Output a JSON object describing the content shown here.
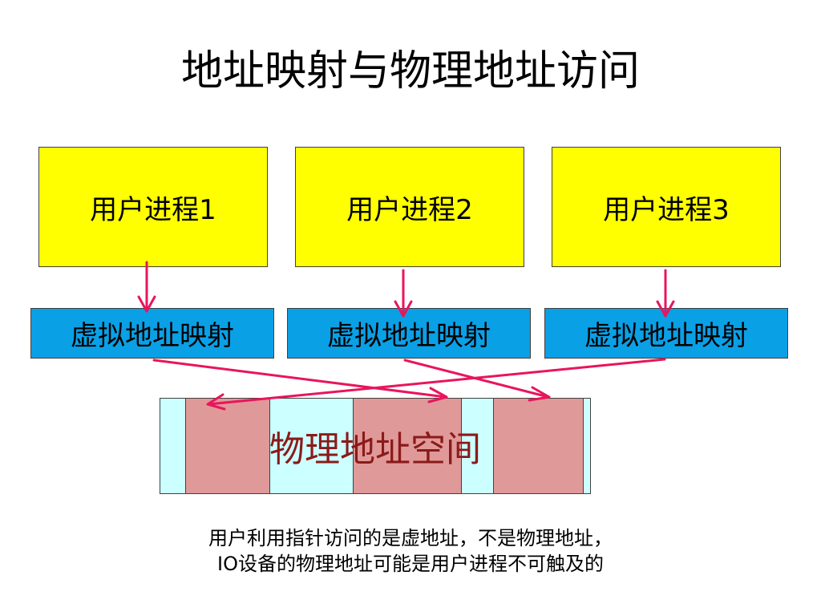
{
  "slide": {
    "title": "地址映射与物理地址访问",
    "processes": [
      {
        "label": "用户进程1"
      },
      {
        "label": "用户进程2"
      },
      {
        "label": "用户进程3"
      }
    ],
    "mappings": [
      {
        "label": "虚拟地址映射"
      },
      {
        "label": "虚拟地址映射"
      },
      {
        "label": "虚拟地址映射"
      }
    ],
    "physical_space": {
      "label": "物理地址空间"
    },
    "notes": [
      "用户利用指针访问的是虚地址，不是物理地址，",
      "IO设备的物理地址可能是用户进程不可触及的"
    ]
  },
  "colors": {
    "process_fill": "#ffff00",
    "mapping_fill": "#0aa0e6",
    "physical_fill": "#ccffff",
    "allocated_block_fill": "#e09999",
    "arrow": "#e8155c",
    "physical_label": "#8b1a1a"
  }
}
